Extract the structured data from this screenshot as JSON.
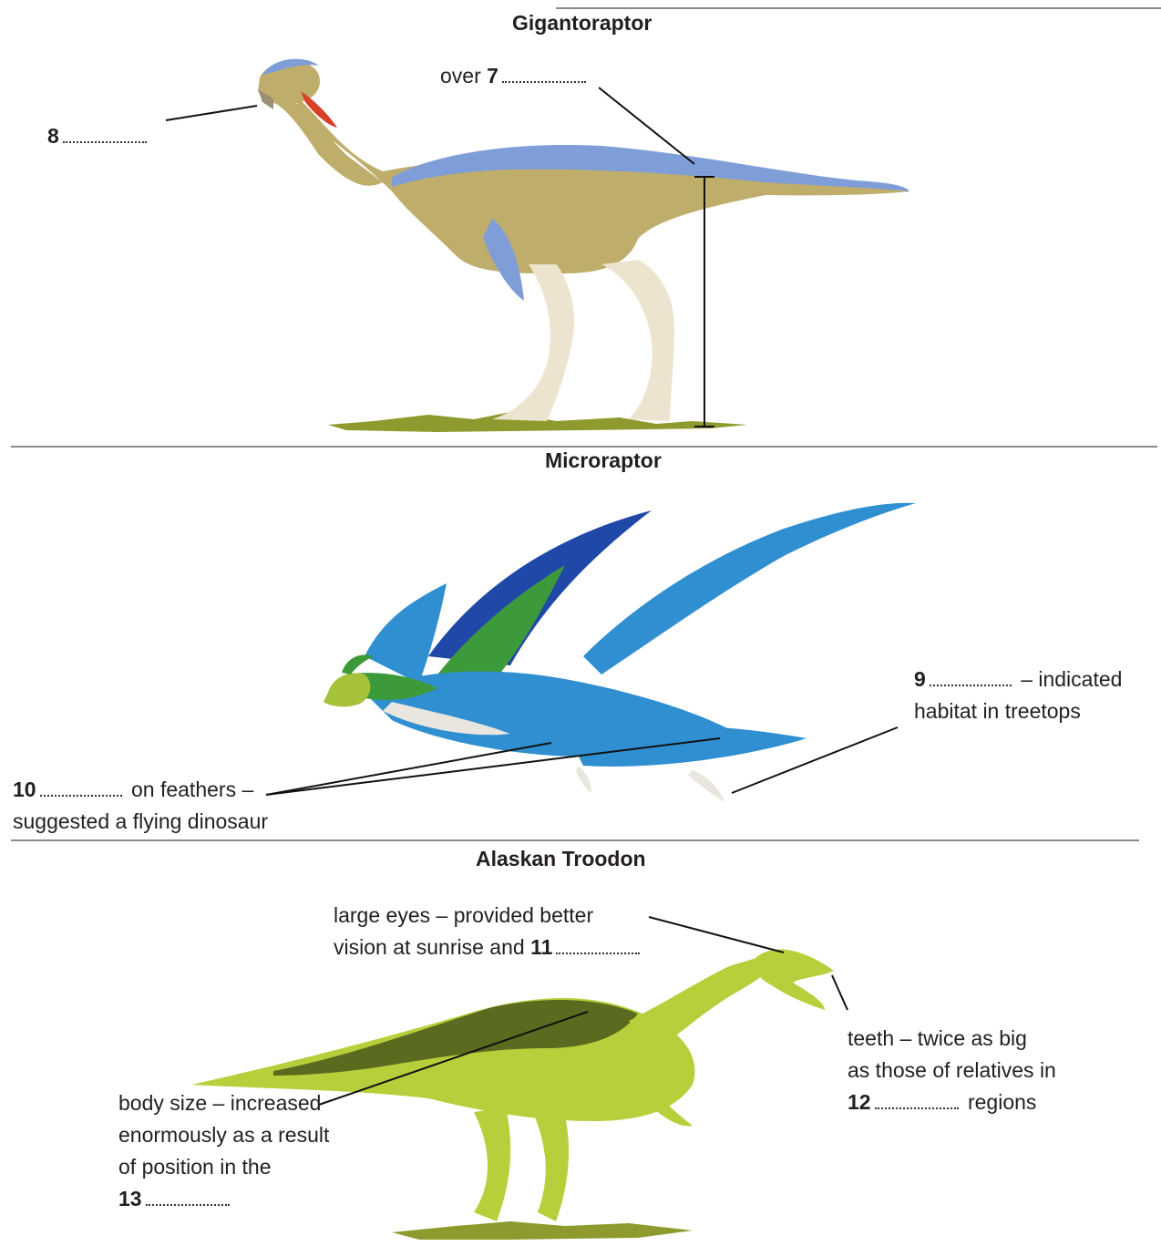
{
  "sections": {
    "gigantoraptor": {
      "title": "Gigantoraptor",
      "label_height": {
        "prefix": "over",
        "number": "7"
      },
      "label_head": {
        "number": "8"
      }
    },
    "microraptor": {
      "title": "Microraptor",
      "label_habitat": {
        "number": "9",
        "suffix": "– indicated",
        "line2": "habitat in treetops"
      },
      "label_feathers": {
        "number": "10",
        "suffix": "on feathers –",
        "line2": "suggested a flying dinosaur"
      }
    },
    "troodon": {
      "title": "Alaskan Troodon",
      "label_eyes": {
        "line1": "large eyes – provided better",
        "line2_prefix": "vision at sunrise and",
        "number": "11"
      },
      "label_teeth": {
        "line1": "teeth – twice as big",
        "line2": "as those of relatives in",
        "number": "12",
        "suffix": "regions"
      },
      "label_body": {
        "line1": "body size – increased",
        "line2": "enormously as a result",
        "line3": "of position in the",
        "number": "13"
      }
    }
  },
  "colors": {
    "giganto_body": "#bfae6b",
    "giganto_back": "#7f9ed8",
    "giganto_legs": "#ece4cf",
    "micro_body": "#2f8fd0",
    "micro_wing": "#2048a8",
    "micro_green": "#3d9a3a",
    "troodon_body": "#b7cf3a",
    "troodon_spots": "#5a6a1f",
    "ground": "#8e9a2e"
  }
}
